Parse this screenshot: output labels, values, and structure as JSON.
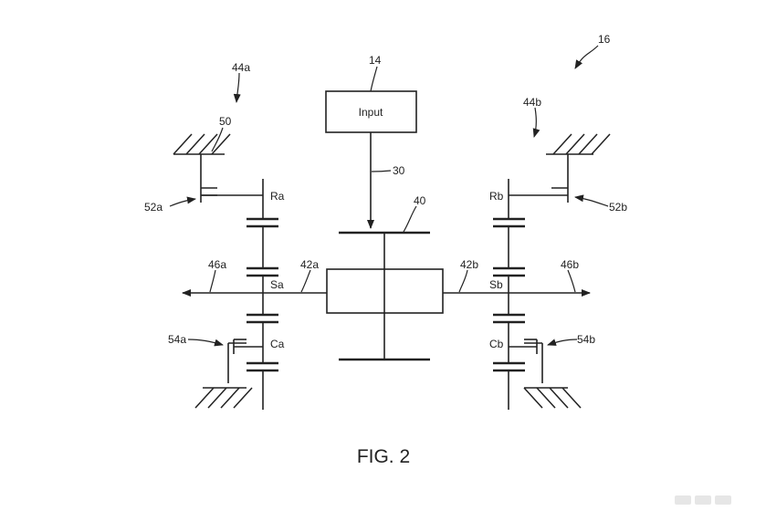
{
  "figure": {
    "title": "FIG. 2",
    "input_box_label": "Input",
    "refs": {
      "system": "16",
      "input": "14",
      "shaft_input": "30",
      "diff": "40",
      "axle_left": "42a",
      "axle_right": "42b",
      "output_left": "46a",
      "output_right": "46b",
      "unit_left": "44a",
      "unit_right": "44b",
      "ground": "50",
      "brake_left": "52a",
      "brake_right": "52b",
      "clutch_left": "54a",
      "clutch_right": "54b",
      "ring_left": "Ra",
      "ring_right": "Rb",
      "sun_left": "Sa",
      "sun_right": "Sb",
      "carrier_left": "Ca",
      "carrier_right": "Cb"
    }
  }
}
